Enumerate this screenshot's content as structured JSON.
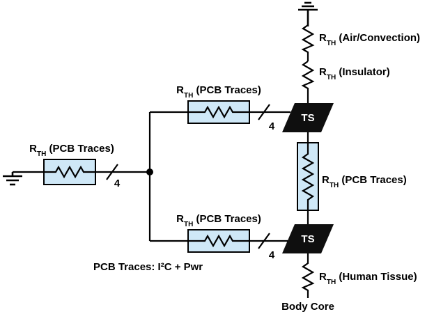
{
  "colors": {
    "background": "#ffffff",
    "line": "#000000",
    "box_fill": "#cfe8f7",
    "box_stroke": "#000000",
    "ts_fill": "#0f0f0f",
    "ts_text": "#ffffff"
  },
  "labels": {
    "r": "R",
    "th": "TH",
    "air": " (Air/Convection)",
    "insulator": " (Insulator)",
    "pcb_traces": " (PCB Traces)",
    "human_tissue": " (Human Tissue)"
  },
  "ts": "TS",
  "bus_width": "4",
  "note": "PCB Traces: I²C + Pwr",
  "body_core": "Body Core"
}
